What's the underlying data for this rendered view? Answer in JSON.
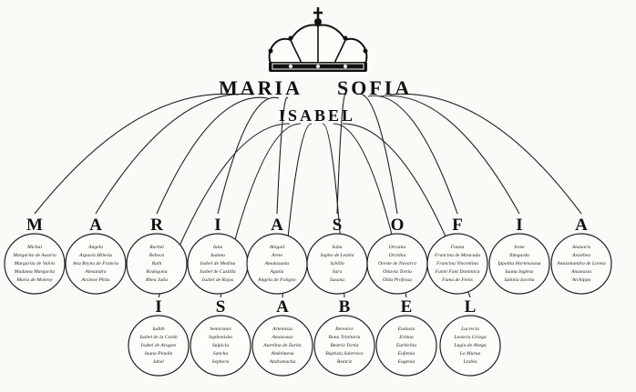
{
  "title": {
    "left": "MARIA",
    "right": "SOFIA",
    "sub": "ISABEL"
  },
  "icons": {
    "crown": "crown-icon"
  },
  "top_row": [
    {
      "letter": "M",
      "names": [
        "Michal",
        "Margarita de Austria",
        "Margarita de Valois",
        "Madama Margarita",
        "Maria de Monroy"
      ]
    },
    {
      "letter": "A",
      "names": [
        "Angela",
        "Aspasia Milesia",
        "Ana Reyna de Francia",
        "Alexandra",
        "Arsinoe Phila"
      ]
    },
    {
      "letter": "R",
      "names": [
        "Rachel",
        "Rebeca",
        "Ruth",
        "Rodogona",
        "Rhea Julia"
      ]
    },
    {
      "letter": "I",
      "names": [
        "Iuna",
        "Iuanna",
        "Isabel de Medina",
        "Isabel de Castilla",
        "Isabel de Rojas"
      ]
    },
    {
      "letter": "A",
      "names": [
        "Abigail",
        "Arete",
        "Amalasunta",
        "Agatia",
        "Angela de Foligno"
      ]
    },
    {
      "letter": "S",
      "names": [
        "Saba",
        "Sapho de Lesbia",
        "Sybilla",
        "Sara",
        "Susana"
      ]
    },
    {
      "letter": "O",
      "names": [
        "Orcania",
        "Orcithia",
        "Oreste de Navarra",
        "Ottavia Tortia",
        "Olda Professa"
      ]
    },
    {
      "letter": "F",
      "names": [
        "Fauna",
        "Francina de Moncada",
        "Francina Vincentina",
        "Fanni Fant Dominica",
        "Fama de Fenix"
      ]
    },
    {
      "letter": "I",
      "names": [
        "Irene",
        "Ildegarda",
        "Ippolita Hortensiana",
        "Iuana Inglesa",
        "Iubinia Iacoba"
      ]
    },
    {
      "letter": "A",
      "names": [
        "Anaxaris",
        "Axiothea",
        "Anaximandra de Loreta",
        "Anastasia",
        "Archippa"
      ]
    }
  ],
  "bottom_row": [
    {
      "letter": "I",
      "names": [
        "Iudith",
        "Isabel de la Cerda",
        "Isabel de Aragon",
        "Iuana Pinella",
        "Iahel"
      ]
    },
    {
      "letter": "S",
      "names": [
        "Semiramis",
        "Sophonisba",
        "Sulpicia",
        "Sancha",
        "Sephora"
      ]
    },
    {
      "letter": "A",
      "names": [
        "Artemisia",
        "Amazonas",
        "Aurelina de Zurita",
        "Abdelmena",
        "Andromacha"
      ]
    },
    {
      "letter": "B",
      "names": [
        "Berenice",
        "Bona Trinitaria",
        "Beatriz Tortia",
        "Baptista Salernica",
        "Beatriz"
      ]
    },
    {
      "letter": "E",
      "names": [
        "Eudoxia",
        "Erinna",
        "Eurbichia",
        "Eufemia",
        "Eugenia"
      ]
    },
    {
      "letter": "L",
      "names": [
        "Lucrecia",
        "Leoncia Griega",
        "Lugia de Abega",
        "La Murua",
        "Lesbia"
      ]
    }
  ]
}
